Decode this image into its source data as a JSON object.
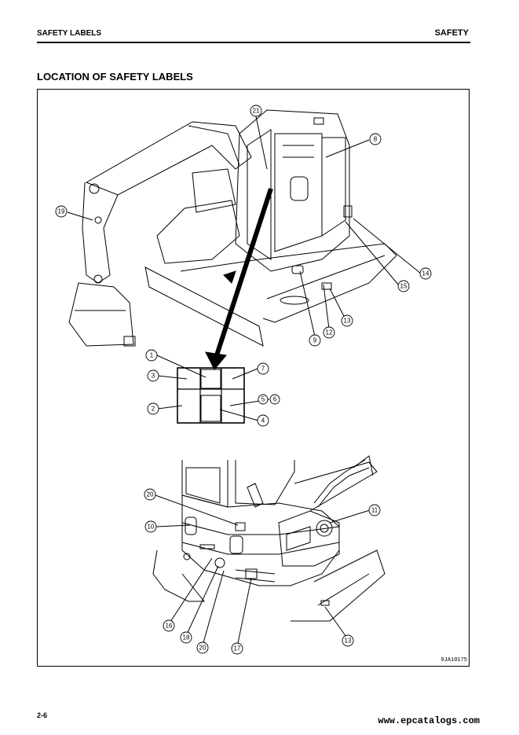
{
  "header": {
    "left": "SAFETY LABELS",
    "right": "SAFETY"
  },
  "section_title": "LOCATION OF SAFETY LABELS",
  "figure": {
    "code": "9JA10175",
    "callouts_top": [
      "21",
      "8",
      "19",
      "14",
      "15",
      "9",
      "12",
      "13"
    ],
    "callouts_panel": [
      "1",
      "3",
      "7",
      "5",
      "6",
      "2",
      "4"
    ],
    "callouts_bottom": [
      "20",
      "10",
      "11",
      "16",
      "18",
      "20",
      "17",
      "13"
    ]
  },
  "footer": {
    "page_number": "2-6",
    "watermark": "www.epcatalogs.com"
  }
}
